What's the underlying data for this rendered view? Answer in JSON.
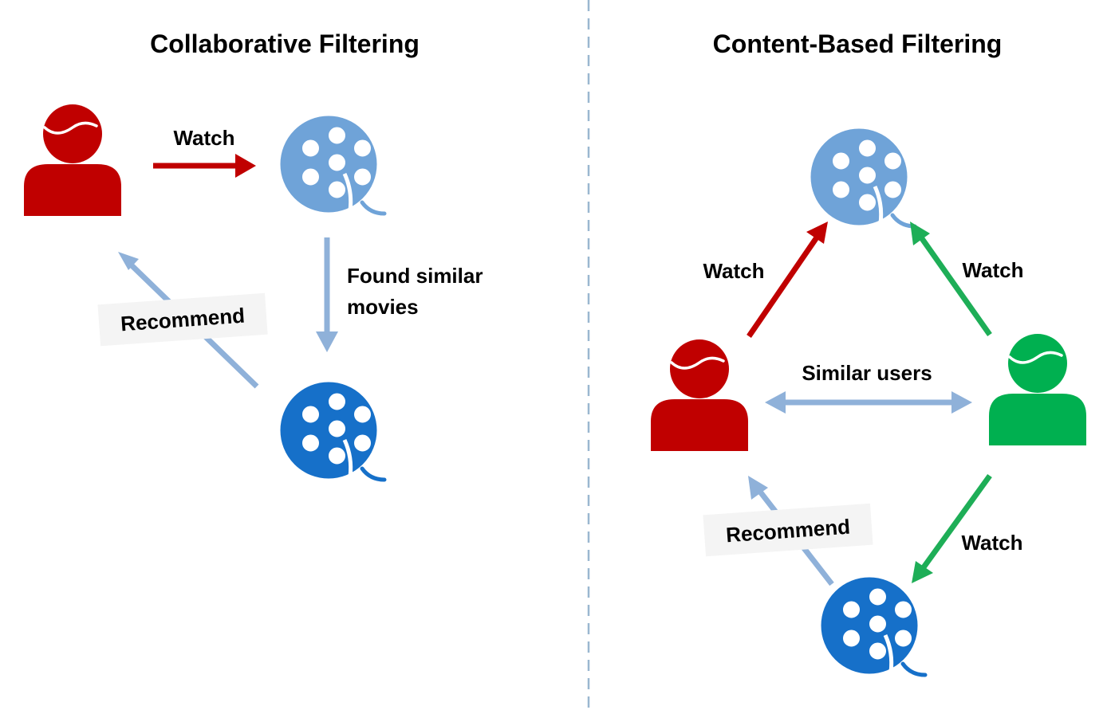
{
  "colors": {
    "user_red": "#c00000",
    "user_green": "#00b050",
    "reel_light": "#6fa3d8",
    "reel_dark": "#1670c9",
    "arrow_red": "#c00000",
    "arrow_green": "#1eae57",
    "arrow_blue": "#8fb1d9",
    "divider": "#9ab7d0",
    "label_box": "#f4f4f4"
  },
  "icons": {
    "user": "person-icon",
    "movie": "film-reel-icon"
  },
  "left_panel": {
    "title": "Collaborative Filtering",
    "watch_label": "Watch",
    "similar_line1": "Found similar",
    "similar_line2": "movies",
    "recommend_label": "Recommend"
  },
  "right_panel": {
    "title": "Content-Based Filtering",
    "watch_left_label": "Watch",
    "watch_right_label": "Watch",
    "similar_users_label": "Similar users",
    "watch_bottom_label": "Watch",
    "recommend_label": "Recommend"
  }
}
